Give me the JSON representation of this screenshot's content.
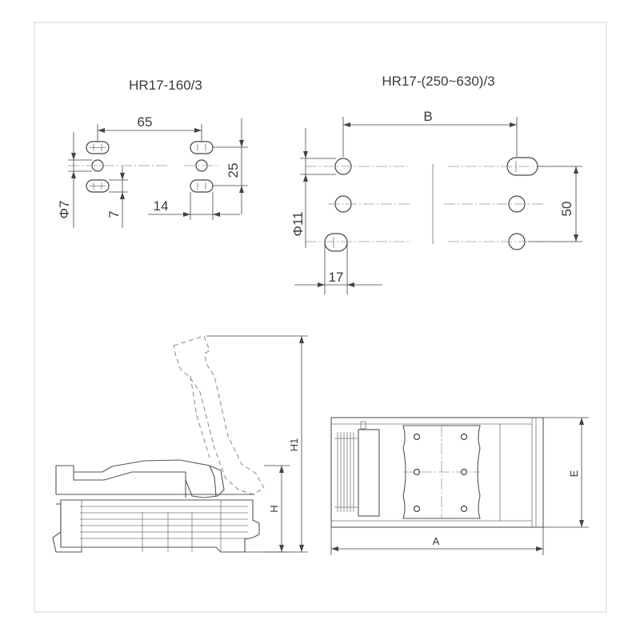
{
  "left_drawing": {
    "title": "HR17-160/3",
    "dim_top": "65",
    "dim_right": "25",
    "dim_bottom": "14",
    "dim_hole": "Φ7",
    "dim_slot": "7"
  },
  "right_drawing": {
    "title": "HR17-(250~630)/3",
    "dim_top": "B",
    "dim_right": "50",
    "dim_bottom": "17",
    "dim_hole": "Φ11"
  },
  "side_view": {
    "dim_h1": "H1",
    "dim_h": "H"
  },
  "top_view": {
    "dim_a": "A",
    "dim_e": "E"
  }
}
